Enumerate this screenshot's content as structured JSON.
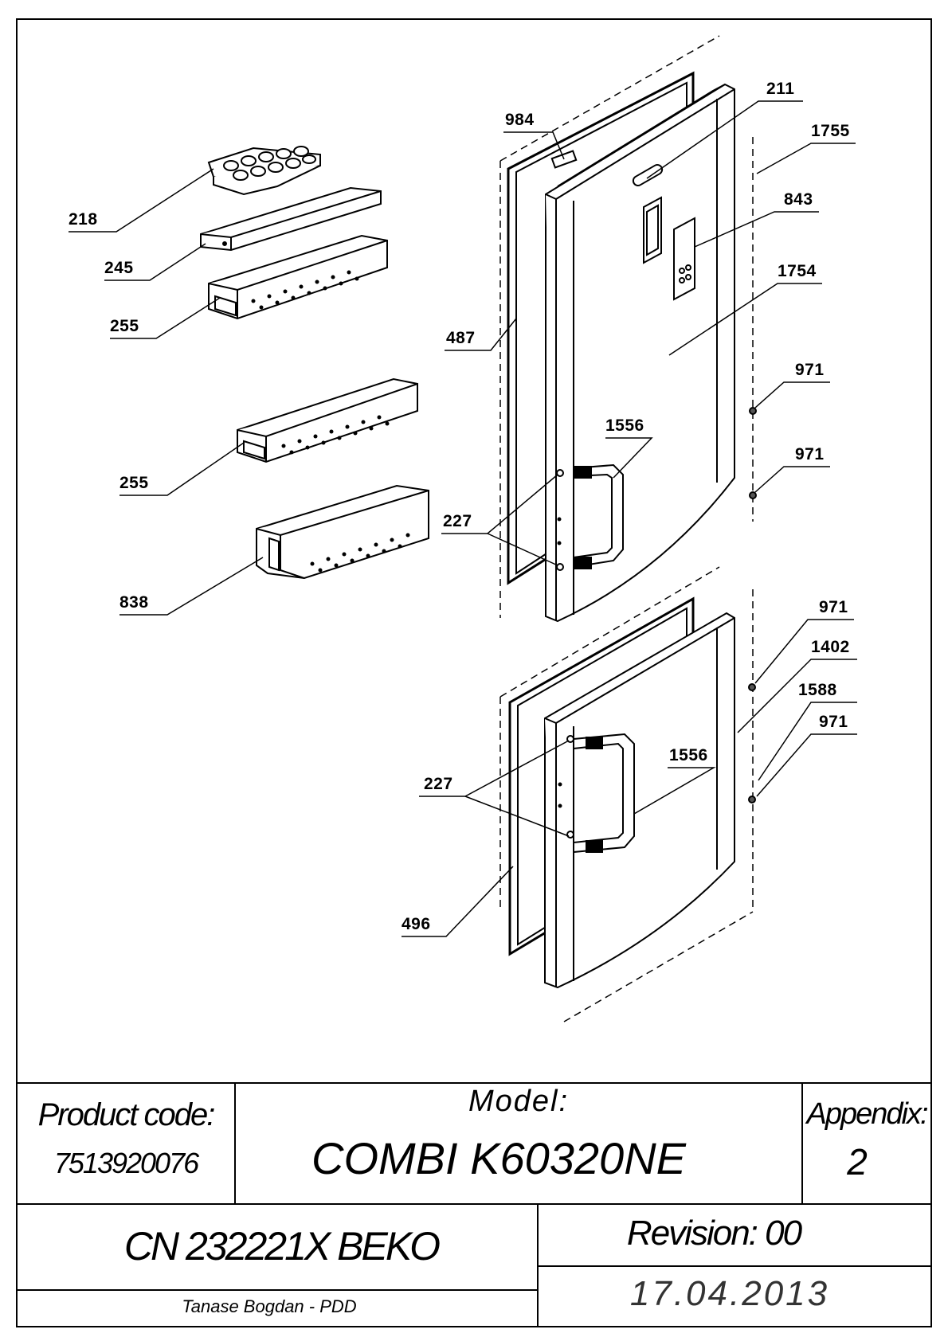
{
  "callouts": {
    "c218": "218",
    "c245": "245",
    "c255a": "255",
    "c255b": "255",
    "c838": "838",
    "c984": "984",
    "c211": "211",
    "c1755": "1755",
    "c843": "843",
    "c1754": "1754",
    "c487": "487",
    "c971a": "971",
    "c971b": "971",
    "c1556a": "1556",
    "c227a": "227",
    "c971c": "971",
    "c1402": "1402",
    "c1588": "1588",
    "c971d": "971",
    "c1556b": "1556",
    "c227b": "227",
    "c496": "496"
  },
  "title_block": {
    "product_code_label": "Product code:",
    "product_code": "7513920076",
    "model_label": "Model:",
    "model": "COMBI K60320NE",
    "appendix_label": "Appendix:",
    "appendix": "2",
    "cn": "CN 232221X BEKO",
    "revision": "Revision: 00",
    "author": "Tanase Bogdan - PDD",
    "date": "17.04.2013"
  }
}
